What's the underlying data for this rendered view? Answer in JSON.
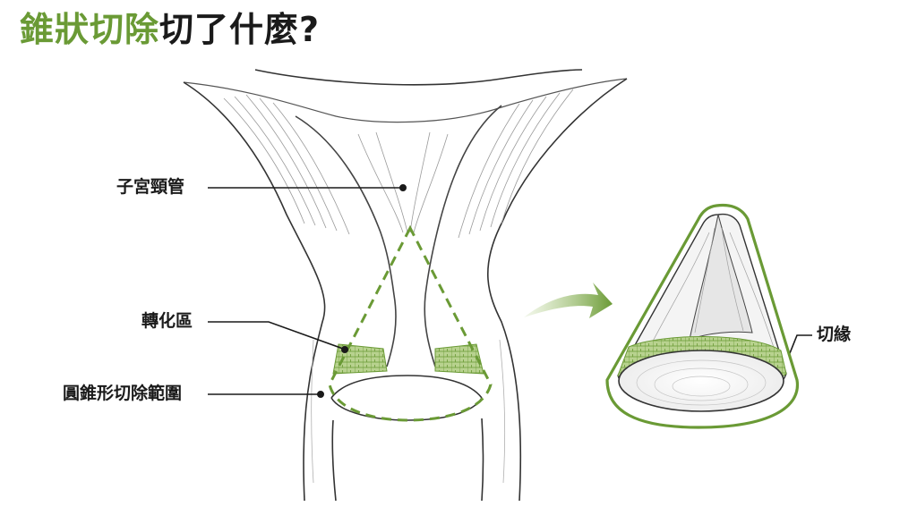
{
  "title": {
    "accent": "錐狀切除",
    "rest": "切了什麼?"
  },
  "labels": {
    "cervical_canal": "子宮頸管",
    "transformation_zone": "轉化區",
    "cone_area": "圓錐形切除範圍",
    "margin": "切緣"
  },
  "colors": {
    "accent_green": "#6a9a35",
    "light_green": "#a9c97a",
    "ink": "#1a1a1a",
    "tissue_line": "#8a8a8a"
  }
}
